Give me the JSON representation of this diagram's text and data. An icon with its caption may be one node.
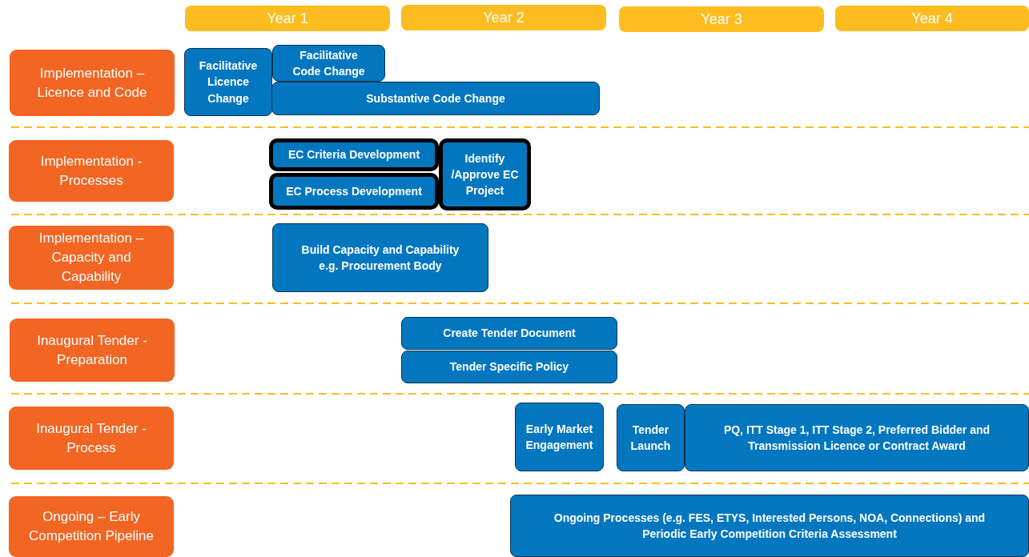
{
  "diagram": {
    "nodes": [
      {
        "text": [
          "Year 1"
        ]
      },
      {
        "text": [
          "Year 2"
        ]
      },
      {
        "text": [
          "Year 3"
        ]
      },
      {
        "text": [
          "Year 4"
        ]
      },
      {
        "text": [
          "Implementation – Licence and Code"
        ]
      },
      {
        "text": [
          "Facilitative Licence Change"
        ]
      },
      {
        "text": [
          "Facilitative Code Change"
        ]
      },
      {
        "text": [
          "Substantive Code Change"
        ]
      },
      {
        "text": [
          "Implementation - Processes"
        ]
      },
      {
        "text": [
          "EC Criteria Development"
        ]
      },
      {
        "text": [
          "EC Process Development"
        ]
      },
      {
        "text": [
          "Identify /Approve EC Project"
        ]
      },
      {
        "text": [
          "Implementation – Capacity and Capability"
        ]
      },
      {
        "text": [
          "Build Capacity and Capability e.g. Procurement Body"
        ]
      },
      {
        "text": [
          "Inaugural Tender - Preparation"
        ]
      },
      {
        "text": [
          "Create Tender Document"
        ]
      },
      {
        "text": [
          "Tender Specific Policy"
        ]
      },
      {
        "text": [
          "Inaugural Tender - Process"
        ]
      },
      {
        "text": [
          "Early Market Engagement"
        ]
      },
      {
        "text": [
          "Tender Launch"
        ]
      },
      {
        "text": [
          "PQ, ITT Stage 1, ITT Stage 2, Preferred Bidder and Transmission Licence or Contract Award"
        ]
      },
      {
        "text": [
          "Ongoing – Early Competition Pipeline"
        ]
      },
      {
        "text": [
          "Ongoing Processes (e.g. FES, ETYS, Interested Persons, NOA, Connections) and Periodic Early Competition Criteria Assessment"
        ]
      }
    ]
  }
}
